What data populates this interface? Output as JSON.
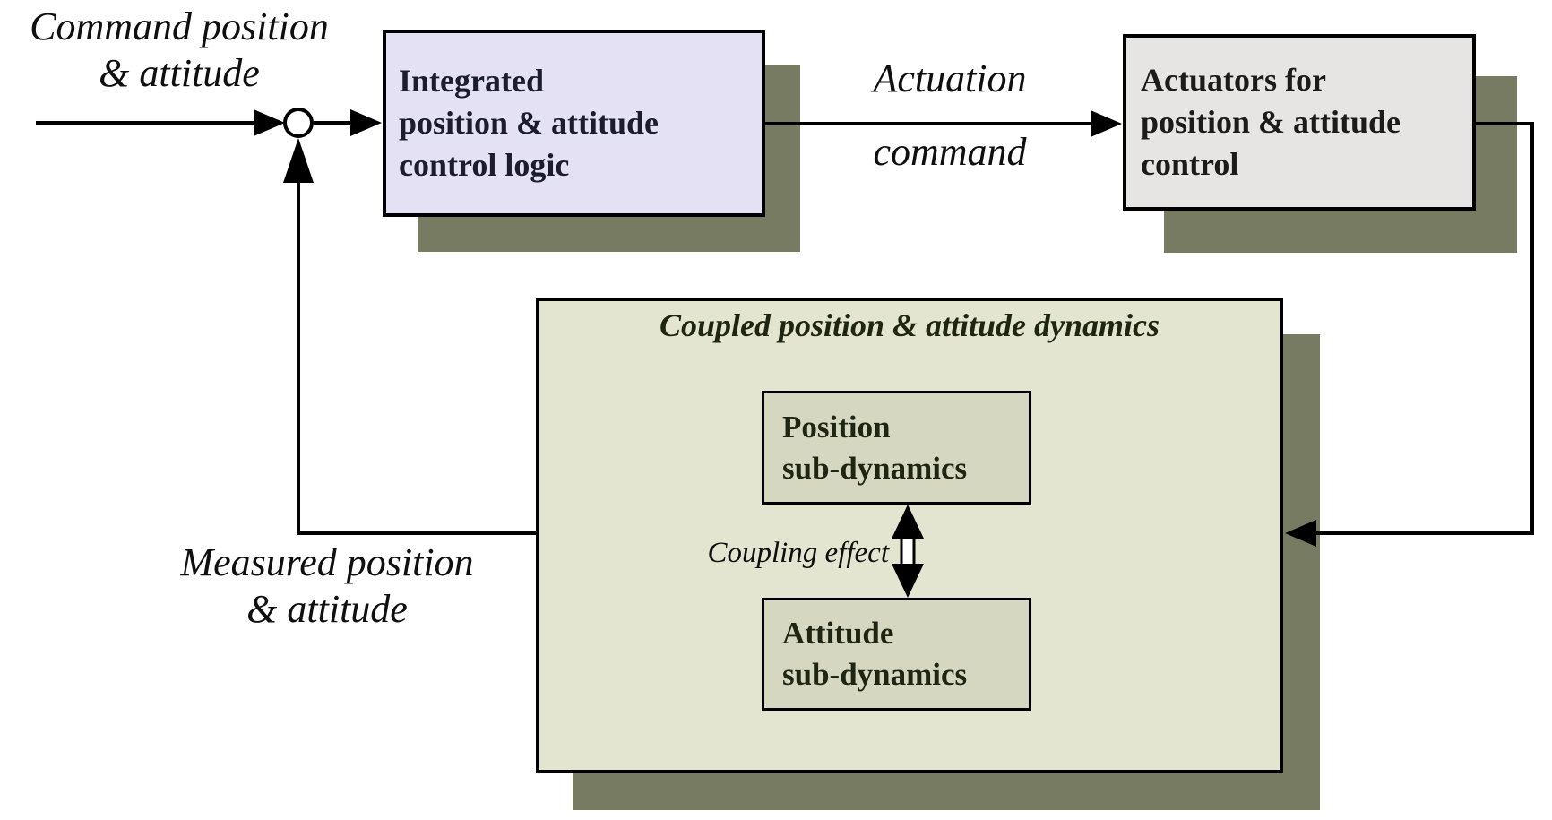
{
  "figure_type": "control-system-block-diagram",
  "labels": {
    "command": {
      "line1": "Command position",
      "line2": "& attitude"
    },
    "actuation": {
      "line1": "Actuation",
      "line2": "command"
    },
    "measured": {
      "line1": "Measured position",
      "line2": "& attitude"
    },
    "coupling": "Coupling effect"
  },
  "blocks": {
    "controller": {
      "line1": "Integrated",
      "line2": "position & attitude",
      "line3": "control logic",
      "fill": "#e3e1f3"
    },
    "actuators": {
      "line1": "Actuators for",
      "line2": "position & attitude",
      "line3": "control",
      "fill": "#e6e5e4"
    },
    "plant": {
      "title": "Coupled position & attitude dynamics",
      "fill": "#e4e5d0"
    },
    "position_sub": {
      "line1": "Position",
      "line2": "sub-dynamics",
      "fill": "#d6d7c1"
    },
    "attitude_sub": {
      "line1": "Attitude",
      "line2": "sub-dynamics",
      "fill": "#d6d7c1"
    }
  },
  "colors": {
    "background": "#ffffff",
    "border": "#000000",
    "line": "#000000",
    "shadow": "#777b62"
  }
}
